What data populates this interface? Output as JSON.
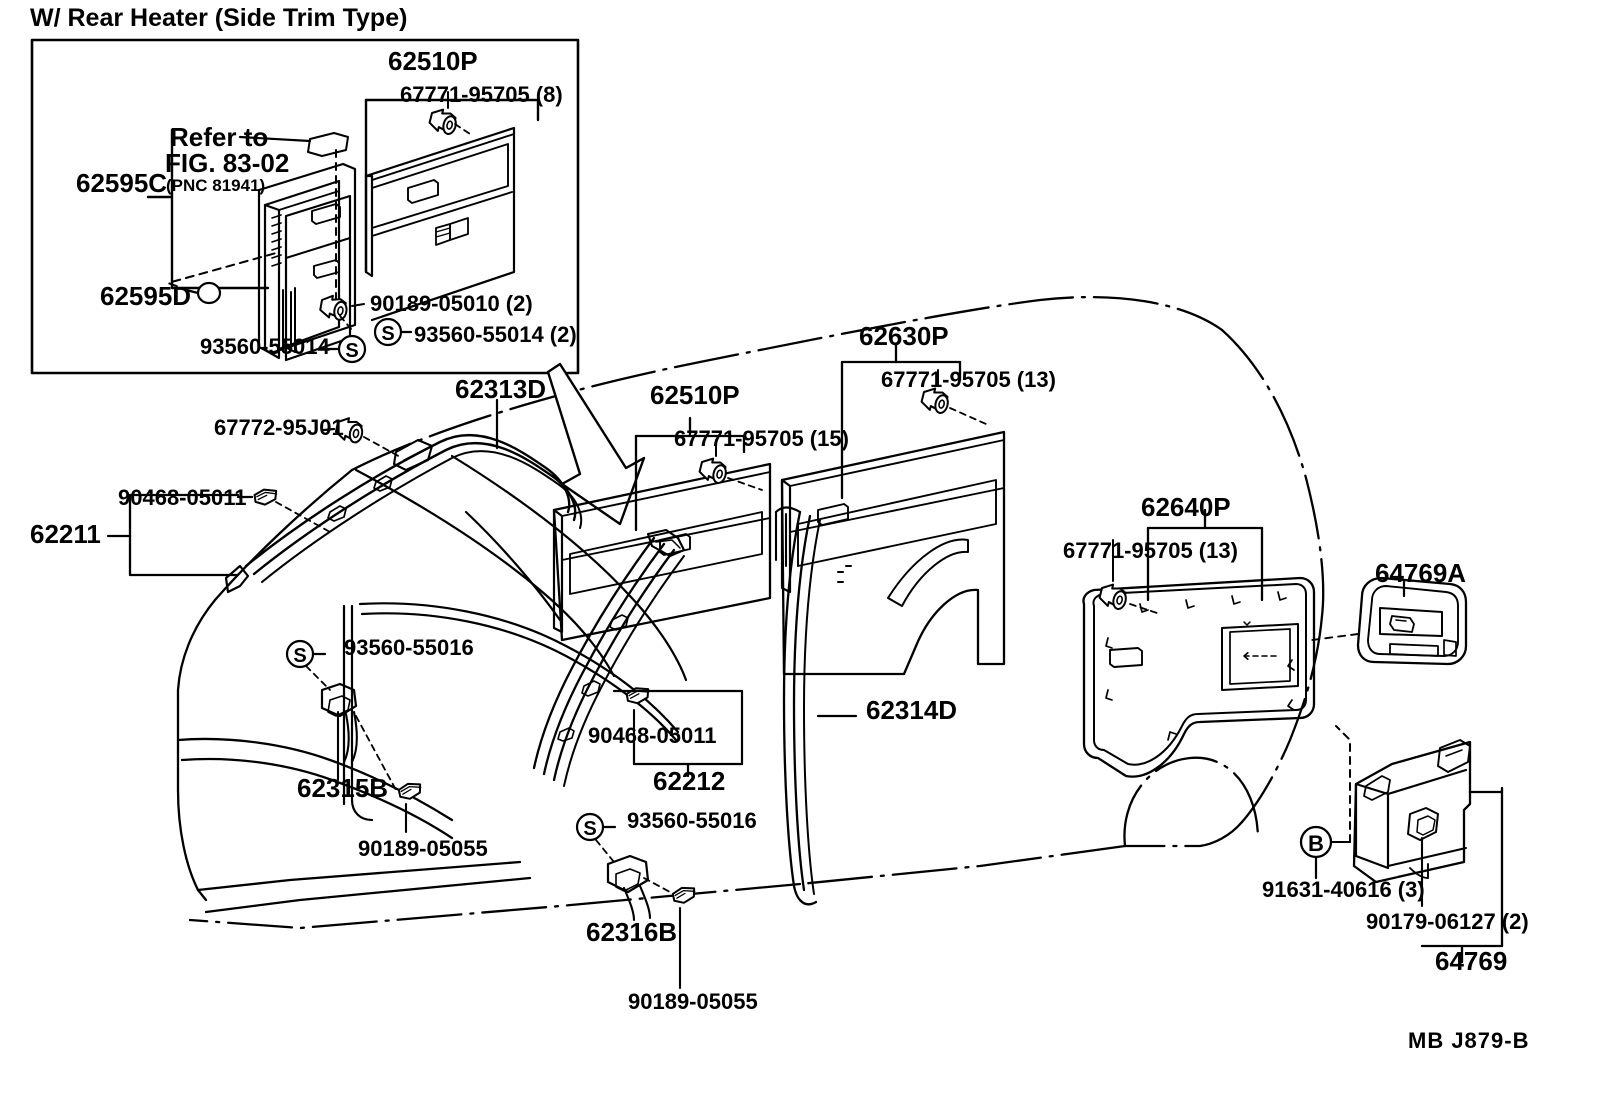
{
  "diagram": {
    "figure_code": "MB  J879-B",
    "inset": {
      "caption": "W/ Rear Heater (Side Trim Type)",
      "labels": {
        "part_62595c": "62595C",
        "refer_line1": "Refer to",
        "refer_line2": "FIG. 83-02",
        "refer_line3": "(PNC 81941)",
        "part_62595d": "62595D",
        "part_62510p": "62510P",
        "clip_67771": "67771-95705 (8)",
        "screw_90189": "90189-05010 (2)",
        "washer_93560_a": "93560-55014 (2)",
        "washer_93560_b": "93560-55014",
        "symbol_s": "S"
      }
    },
    "main_labels": [
      {
        "id": "62313D",
        "text": "62313D"
      },
      {
        "id": "67772-95J01",
        "text": "67772-95J01"
      },
      {
        "id": "90468-05011-upper",
        "text": "90468-05011"
      },
      {
        "id": "62211",
        "text": "62211"
      },
      {
        "id": "62510P",
        "text": "62510P"
      },
      {
        "id": "67771-95705-15",
        "text": "67771-95705 (15)"
      },
      {
        "id": "62630P",
        "text": "62630P"
      },
      {
        "id": "67771-95705-13a",
        "text": "67771-95705 (13)"
      },
      {
        "id": "62640P",
        "text": "62640P"
      },
      {
        "id": "67771-95705-13b",
        "text": "67771-95705 (13)"
      },
      {
        "id": "64769A",
        "text": "64769A"
      },
      {
        "id": "93560-55016-upper",
        "text": "93560-55016"
      },
      {
        "id": "62315B",
        "text": "62315B"
      },
      {
        "id": "90189-05055-upper",
        "text": "90189-05055"
      },
      {
        "id": "90468-05011-lower",
        "text": "90468-05011"
      },
      {
        "id": "62212",
        "text": "62212"
      },
      {
        "id": "62314D",
        "text": "62314D"
      },
      {
        "id": "93560-55016-lower",
        "text": "93560-55016"
      },
      {
        "id": "62316B",
        "text": "62316B"
      },
      {
        "id": "90189-05055-lower",
        "text": "90189-05055"
      },
      {
        "id": "91631-40616",
        "text": "91631-40616 (3)"
      },
      {
        "id": "90179-06127",
        "text": "90179-06127 (2)"
      },
      {
        "id": "64769",
        "text": "64769"
      }
    ],
    "symbols": {
      "screw_s": "S",
      "bolt_b": "B"
    },
    "colors": {
      "line": "#000000",
      "background": "#ffffff"
    }
  }
}
